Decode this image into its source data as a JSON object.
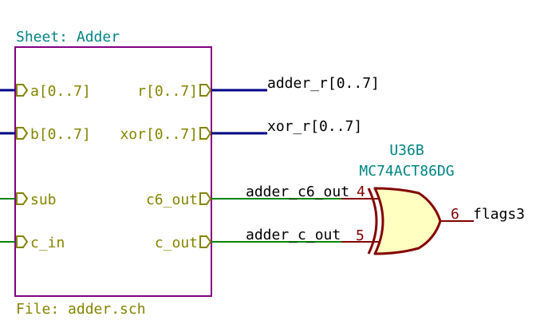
{
  "colors": {
    "sheet_border": "#840084",
    "sheet_pin": "#848400",
    "bus": "#000084",
    "wire": "#008400",
    "component_line": "#840000",
    "component_fill": "#ffffc2",
    "reference": "#008484",
    "label": "#000000",
    "background": "#ffffff"
  },
  "sheet": {
    "title": "Sheet: Adder",
    "file": "File: adder.sch",
    "inputs": [
      {
        "name": "a[0..7]",
        "kind": "bus"
      },
      {
        "name": "b[0..7]",
        "kind": "bus"
      },
      {
        "name": "sub",
        "kind": "wire"
      },
      {
        "name": "c_in",
        "kind": "wire"
      }
    ],
    "outputs": [
      {
        "name": "r[0..7]",
        "kind": "bus"
      },
      {
        "name": "xor[0..7]",
        "kind": "bus"
      },
      {
        "name": "c6_out",
        "kind": "wire"
      },
      {
        "name": "c_out",
        "kind": "wire"
      }
    ]
  },
  "net_labels": {
    "adder_r": "adder_r[0..7]",
    "xor_r": "xor_r[0..7]",
    "adder_c6_out": "adder_c6_out",
    "adder_c_out": "adder_c_out",
    "flags3": "flags3"
  },
  "gate": {
    "type": "xor-gate",
    "reference": "U36B",
    "value": "MC74ACT86DG",
    "pins": {
      "in1": "4",
      "in2": "5",
      "out": "6"
    }
  }
}
